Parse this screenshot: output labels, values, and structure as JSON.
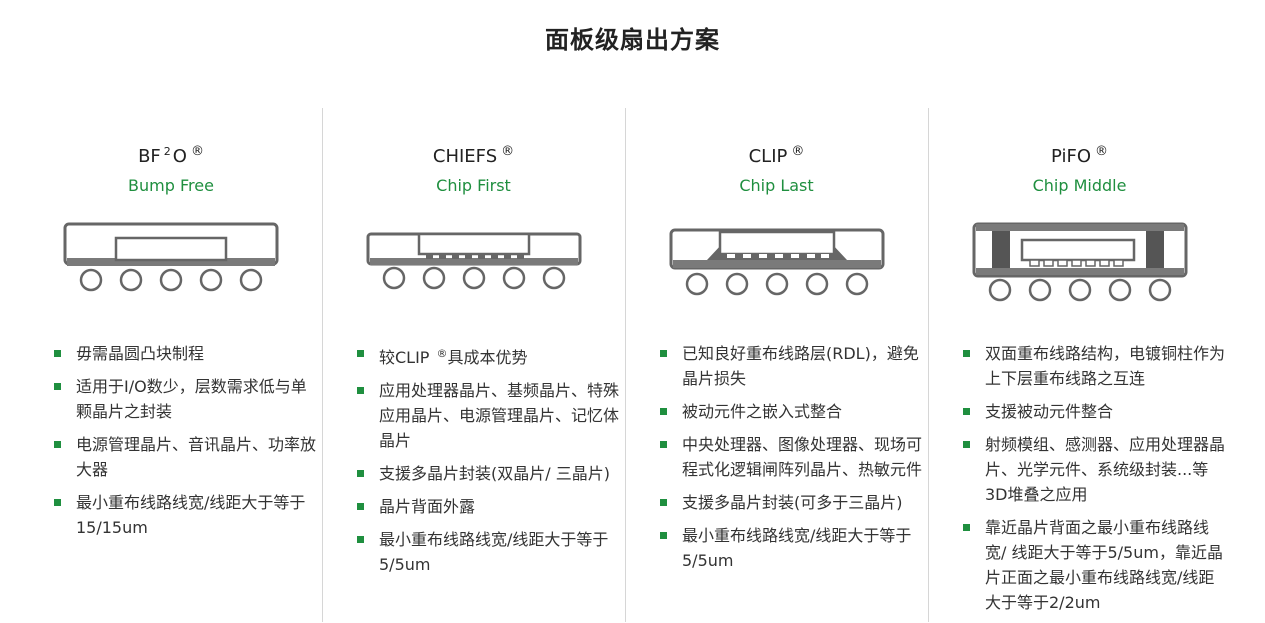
{
  "title": "面板级扇出方案",
  "accent_color": "#1f8f3f",
  "columns": [
    {
      "name_parts": [
        "BF",
        "2",
        "O",
        "®"
      ],
      "subtitle": "Bump Free",
      "diagram": "bump-free-package-icon",
      "features": [
        "毋需晶圆凸块制程",
        "适用于I/O数少，层数需求低与单颗晶片之封装",
        "电源管理晶片、音讯晶片、功率放大器",
        "最小重布线路线宽/线距大于等于15/15um"
      ]
    },
    {
      "name_parts": [
        "CHIEFS",
        "®"
      ],
      "subtitle": "Chip First",
      "diagram": "chip-first-package-icon",
      "features": [
        [
          "较CLIP ",
          "®",
          "具成本优势"
        ],
        "应用处理器晶片、基频晶片、特殊应用晶片、电源管理晶片、记忆体晶片",
        "支援多晶片封装(双晶片/ 三晶片)",
        "晶片背面外露",
        "最小重布线路线宽/线距大于等于5/5um"
      ]
    },
    {
      "name_parts": [
        "CLIP",
        "®"
      ],
      "subtitle": "Chip Last",
      "diagram": "chip-last-package-icon",
      "features": [
        "已知良好重布线路层(RDL)，避免晶片损失",
        "被动元件之嵌入式整合",
        "中央处理器、图像处理器、现场可程式化逻辑闸阵列晶片、热敏元件",
        "支援多晶片封装(可多于三晶片)",
        "最小重布线路线宽/线距大于等于5/5um"
      ]
    },
    {
      "name_parts": [
        "PiFO",
        "®"
      ],
      "subtitle": "Chip Middle",
      "diagram": "chip-middle-package-icon",
      "features": [
        "双面重布线路结构，电镀铜柱作为上下层重布线路之互连",
        "支援被动元件整合",
        "射频模组、感测器、应用处理器晶片、光学元件、系统级封装...等3D堆叠之应用",
        "靠近晶片背面之最小重布线路线宽/ 线距大于等于5/5um，靠近晶片正面之最小重布线路线宽/线距大于等于2/2um"
      ]
    }
  ]
}
